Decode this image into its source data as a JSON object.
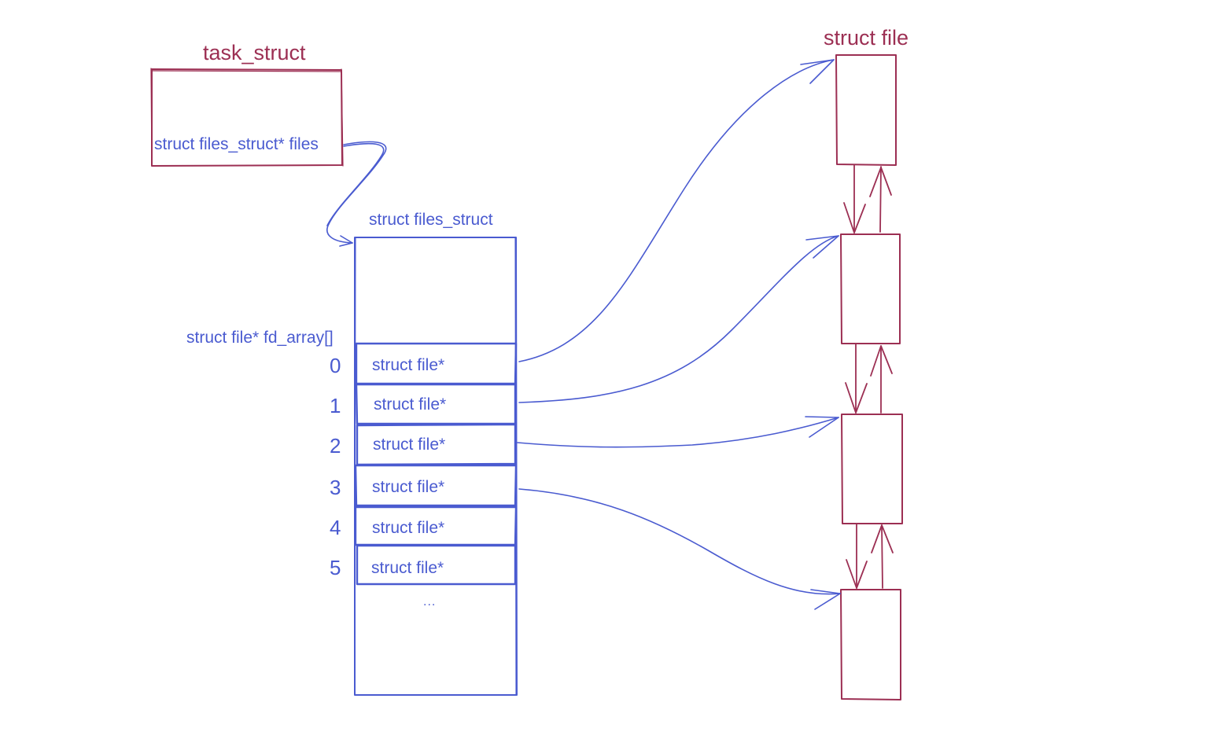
{
  "colors": {
    "red": "#9c2f53",
    "blue": "#4a5bd0"
  },
  "task_struct": {
    "title": "task_struct",
    "field": "struct files_struct* files"
  },
  "files_struct": {
    "title": "struct files_struct",
    "array_label": "struct file* fd_array[]",
    "slots": [
      {
        "index": "0",
        "label": "struct file*"
      },
      {
        "index": "1",
        "label": "struct file*"
      },
      {
        "index": "2",
        "label": "struct file*"
      },
      {
        "index": "3",
        "label": "struct file*"
      },
      {
        "index": "4",
        "label": "struct file*"
      },
      {
        "index": "5",
        "label": "struct file*"
      }
    ],
    "ellipsis": "..."
  },
  "struct_file_list": {
    "title": "struct file",
    "node_count": 4
  },
  "pointers": [
    {
      "from": "fd_array[0]",
      "to": "struct file node 1"
    },
    {
      "from": "fd_array[1]",
      "to": "struct file node 2"
    },
    {
      "from": "fd_array[2]",
      "to": "struct file node 3"
    },
    {
      "from": "fd_array[3]",
      "to": "struct file node 4"
    }
  ]
}
